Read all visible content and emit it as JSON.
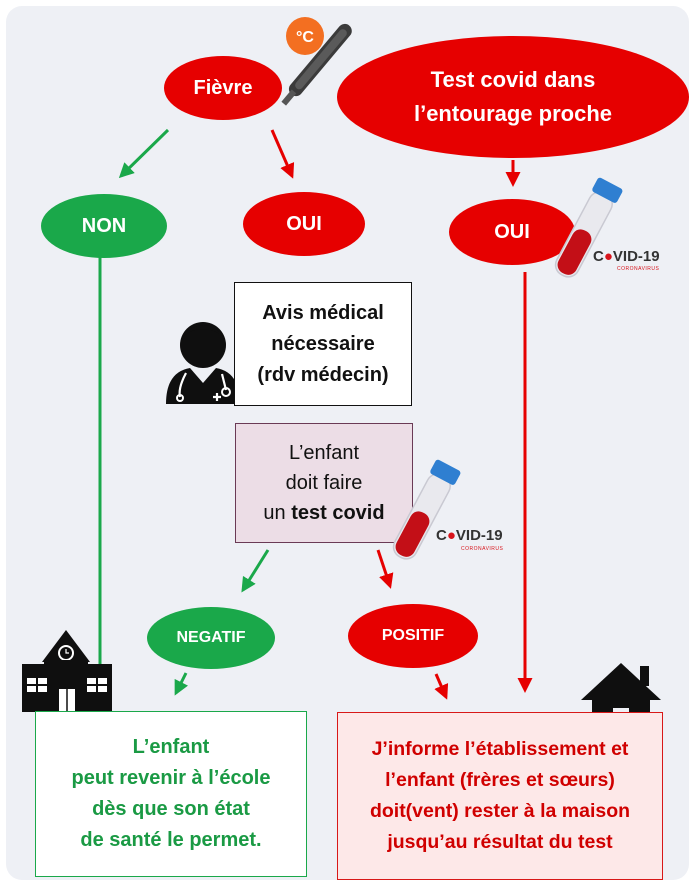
{
  "nodes": {
    "fievre": "Fièvre",
    "test_entourage_line1": "Test covid dans",
    "test_entourage_line2": "l’entourage proche",
    "non": "NON",
    "oui_fievre": "OUI",
    "oui_entourage": "OUI",
    "avis_line1": "Avis médical",
    "avis_line2": "nécessaire",
    "avis_line3": "(rdv médecin)",
    "enfant_line1": "L’enfant",
    "enfant_line2": "doit faire",
    "enfant_line3_prefix": "un ",
    "enfant_line3_bold": "test covid",
    "negatif": "NEGATIF",
    "positif": "POSITIF",
    "ecole_line1": "L’enfant",
    "ecole_line2": "peut revenir à l’école",
    "ecole_line3": "dès que son état",
    "ecole_line4": "de santé le permet.",
    "maison_line1": "J’informe l’établissement et",
    "maison_line2": "l’enfant (frères et sœurs)",
    "maison_line3": "doit(vent) rester à la maison",
    "maison_line4": "jusqu’au résultat du test"
  },
  "covid_badge": {
    "prefix": "C",
    "o": "●",
    "suffix": "VID-19",
    "sub": "CORONAVIRUS"
  },
  "thermometer": {
    "unit": "°C"
  },
  "colors": {
    "red": "#e60000",
    "green": "#1aa84a",
    "purple_fill": "#ecdde6",
    "dark": "#111111"
  },
  "icons": [
    "thermometer-icon",
    "test-tube-icon",
    "doctor-icon",
    "school-icon",
    "house-icon"
  ]
}
